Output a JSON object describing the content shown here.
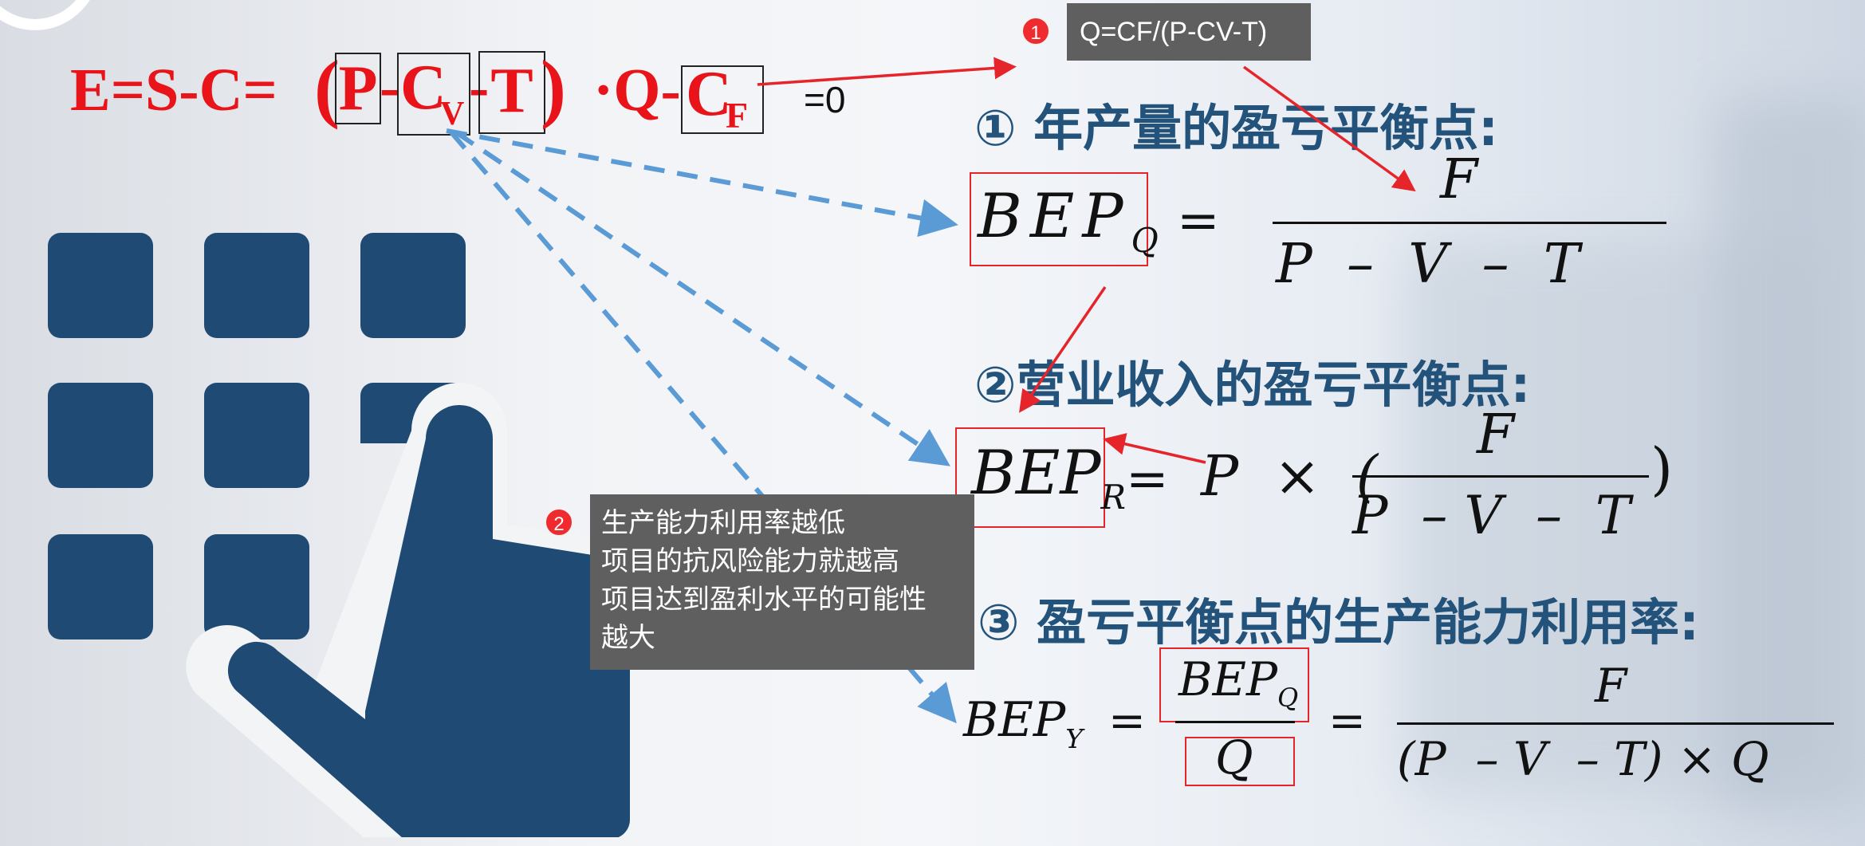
{
  "equation": {
    "prefix": "E=S-C=",
    "open_paren": "(",
    "P": "P",
    "minus1": "-",
    "C": "C",
    "V": "V",
    "minus2": "-",
    "T": "T",
    "close_paren": ")",
    "dotQ": "·Q-",
    "CF_C": "C",
    "CF_F": "F",
    "equals_zero": "=0"
  },
  "callouts": [
    {
      "number": "1",
      "text": "Q=CF/(P-CV-T)"
    },
    {
      "number": "2",
      "lines": [
        "生产能力利用率越低",
        "项目的抗风险能力就越高",
        "项目达到盈利水平的可能性",
        "越大"
      ]
    }
  ],
  "sections": [
    {
      "heading": "① 年产量的盈亏平衡点:",
      "lhs_main": "BEP",
      "lhs_sub": "Q",
      "eq": "=",
      "numerator": "F",
      "denominator": "P  –  V  –  T"
    },
    {
      "heading": "②营业收入的盈亏平衡点:",
      "lhs_main": "BEP",
      "lhs_sub": "R",
      "eq": "=",
      "rhs_prefix": "P  ×  (",
      "numerator": "F",
      "denominator": "P  – V  –  T",
      "rhs_suffix": ")"
    },
    {
      "heading": "③ 盈亏平衡点的生产能力利用率:",
      "lhs_main": "BEP",
      "lhs_sub": "Y",
      "eq1": "=",
      "mid_numerator_main": "BEP",
      "mid_numerator_sub": "Q",
      "mid_denominator": "Q",
      "eq2": "=",
      "numerator": "F",
      "denominator": "(P  – V  – T) × Q"
    }
  ],
  "colors": {
    "accent_red": "#e8141a",
    "heading_blue": "#23527a",
    "icon_blue": "#1f4a74",
    "arrow_blue": "#5b9bd5",
    "callout_gray": "#5f5f5f"
  },
  "icons": [
    "keypad-touch-icon"
  ]
}
